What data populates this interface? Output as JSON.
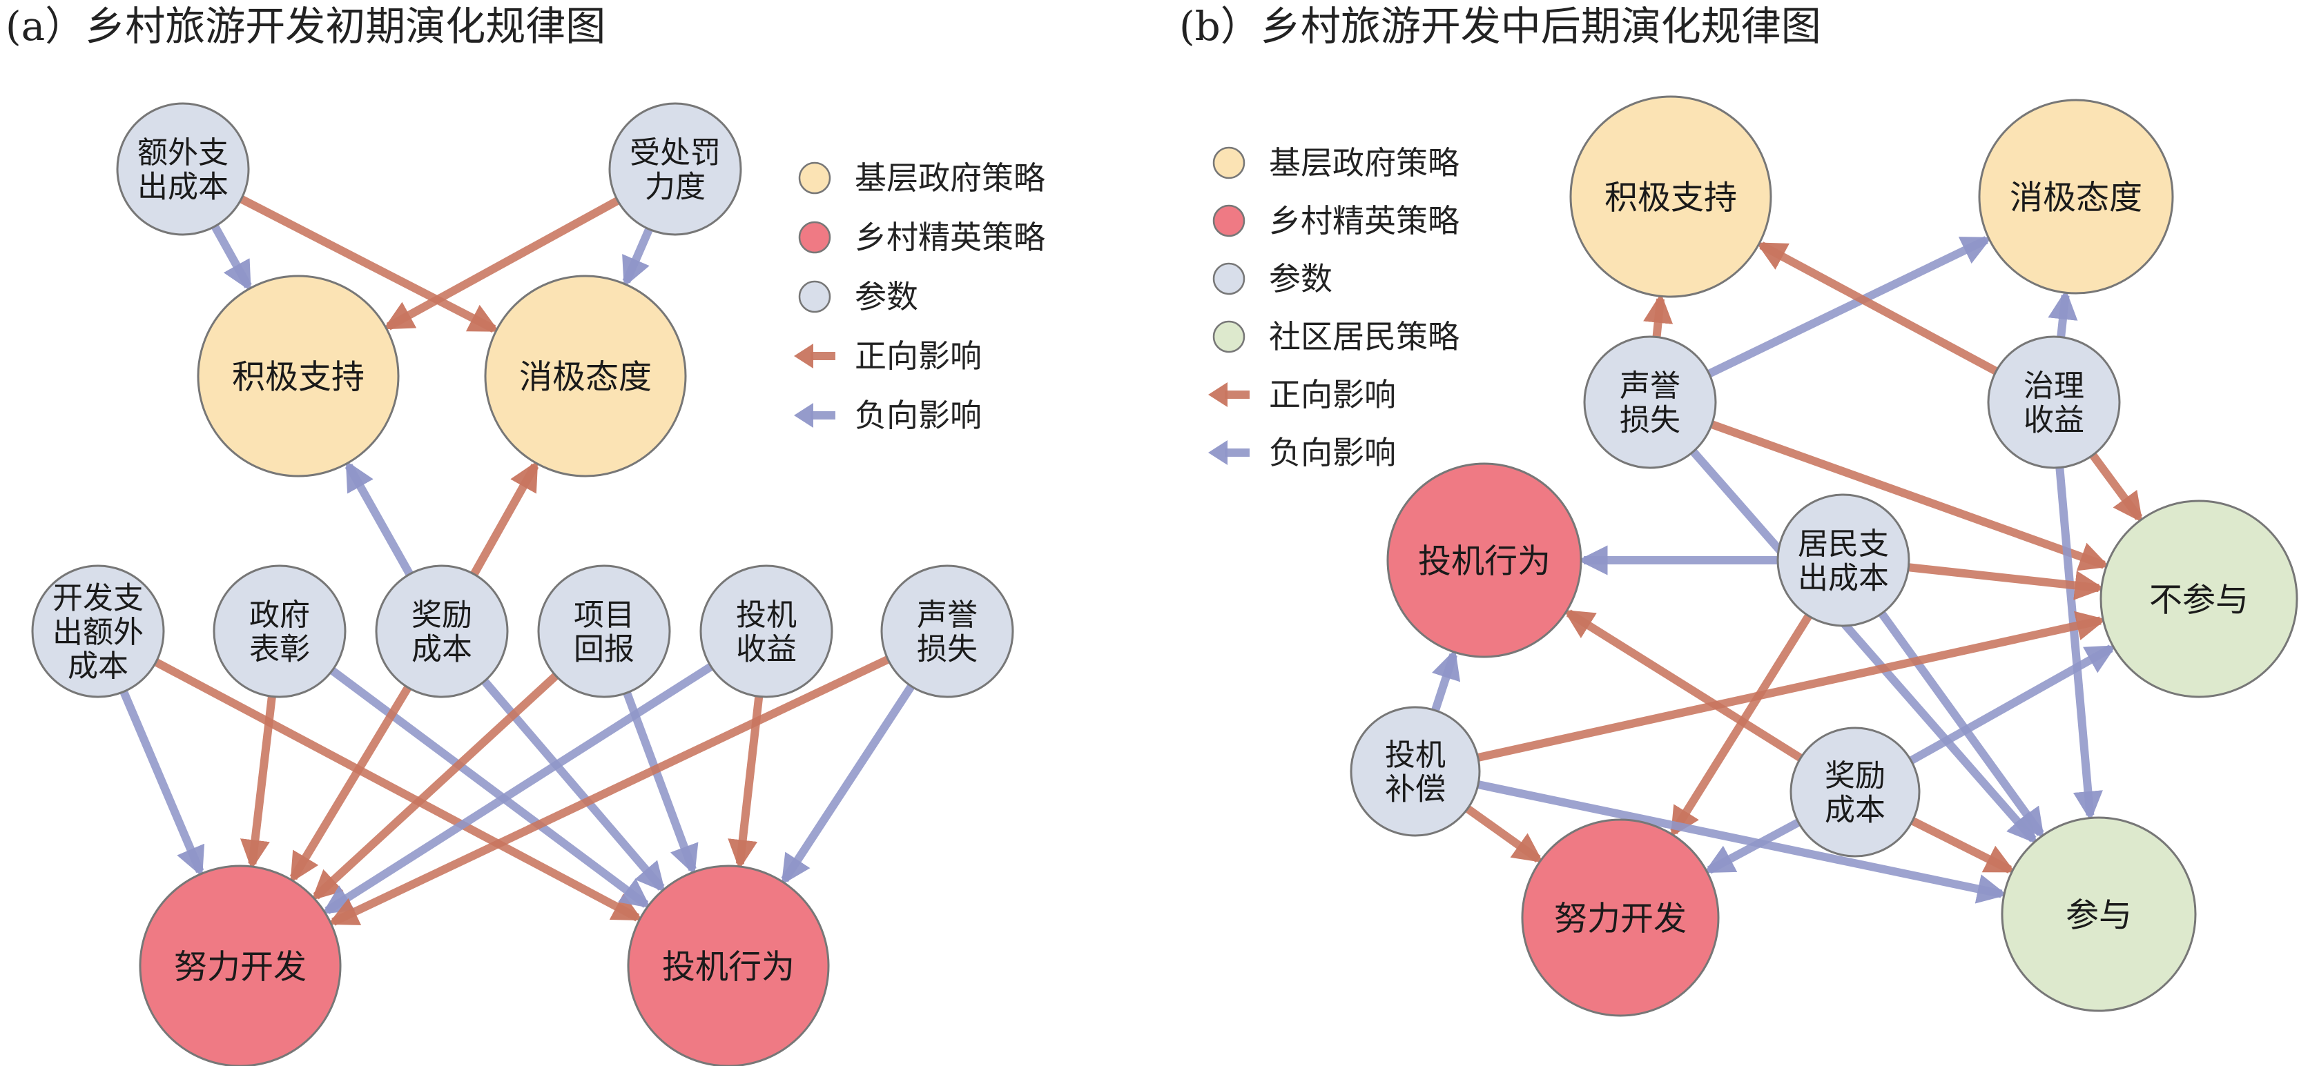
{
  "colors": {
    "government": "#fbe3b4",
    "elite": "#ef7a84",
    "parameter": "#d8deea",
    "resident": "#dde9cd",
    "positive": "#c8755f",
    "negative": "#8f96c8",
    "node_stroke": "#777777"
  },
  "panels": [
    {
      "id": "a",
      "title": "(a）乡村旅游开发初期演化规律图",
      "legend": [
        {
          "kind": "dot",
          "category": "government",
          "label": "基层政府策略"
        },
        {
          "kind": "dot",
          "category": "elite",
          "label": "乡村精英策略"
        },
        {
          "kind": "dot",
          "category": "parameter",
          "label": "参数"
        },
        {
          "kind": "arrow",
          "effect": "positive",
          "label": "正向影响"
        },
        {
          "kind": "arrow",
          "effect": "negative",
          "label": "负向影响"
        }
      ],
      "nodes": [
        {
          "id": "a_ewzcb",
          "lines": [
            "额外支",
            "出成本"
          ],
          "category": "parameter"
        },
        {
          "id": "a_scfld",
          "lines": [
            "受处罚",
            "力度"
          ],
          "category": "parameter"
        },
        {
          "id": "a_jjzc",
          "lines": [
            "积极支持"
          ],
          "category": "government"
        },
        {
          "id": "a_xjtd",
          "lines": [
            "消极态度"
          ],
          "category": "government"
        },
        {
          "id": "a_kfzc",
          "lines": [
            "开发支",
            "出额外",
            "成本"
          ],
          "category": "parameter"
        },
        {
          "id": "a_zfbz",
          "lines": [
            "政府",
            "表彰"
          ],
          "category": "parameter"
        },
        {
          "id": "a_jlcb",
          "lines": [
            "奖励",
            "成本"
          ],
          "category": "parameter"
        },
        {
          "id": "a_xmhb",
          "lines": [
            "项目",
            "回报"
          ],
          "category": "parameter"
        },
        {
          "id": "a_tjsy",
          "lines": [
            "投机",
            "收益"
          ],
          "category": "parameter"
        },
        {
          "id": "a_sysx",
          "lines": [
            "声誉",
            "损失"
          ],
          "category": "parameter"
        },
        {
          "id": "a_nlkf",
          "lines": [
            "努力开发"
          ],
          "category": "elite"
        },
        {
          "id": "a_tjxw",
          "lines": [
            "投机行为"
          ],
          "category": "elite"
        }
      ],
      "edges": [
        {
          "from": "a_ewzcb",
          "to": "a_jjzc",
          "effect": "negative"
        },
        {
          "from": "a_ewzcb",
          "to": "a_xjtd",
          "effect": "positive"
        },
        {
          "from": "a_scfld",
          "to": "a_jjzc",
          "effect": "positive"
        },
        {
          "from": "a_scfld",
          "to": "a_xjtd",
          "effect": "negative"
        },
        {
          "from": "a_jlcb",
          "to": "a_jjzc",
          "effect": "negative"
        },
        {
          "from": "a_jlcb",
          "to": "a_xjtd",
          "effect": "positive"
        },
        {
          "from": "a_kfzc",
          "to": "a_nlkf",
          "effect": "negative"
        },
        {
          "from": "a_kfzc",
          "to": "a_tjxw",
          "effect": "positive"
        },
        {
          "from": "a_zfbz",
          "to": "a_nlkf",
          "effect": "positive"
        },
        {
          "from": "a_zfbz",
          "to": "a_tjxw",
          "effect": "negative"
        },
        {
          "from": "a_jlcb",
          "to": "a_nlkf",
          "effect": "positive"
        },
        {
          "from": "a_jlcb",
          "to": "a_tjxw",
          "effect": "negative"
        },
        {
          "from": "a_xmhb",
          "to": "a_nlkf",
          "effect": "positive"
        },
        {
          "from": "a_xmhb",
          "to": "a_tjxw",
          "effect": "negative"
        },
        {
          "from": "a_tjsy",
          "to": "a_nlkf",
          "effect": "negative"
        },
        {
          "from": "a_tjsy",
          "to": "a_tjxw",
          "effect": "positive"
        },
        {
          "from": "a_sysx",
          "to": "a_nlkf",
          "effect": "positive"
        },
        {
          "from": "a_sysx",
          "to": "a_tjxw",
          "effect": "negative"
        }
      ]
    },
    {
      "id": "b",
      "title": "(b）乡村旅游开发中后期演化规律图",
      "legend": [
        {
          "kind": "dot",
          "category": "government",
          "label": "基层政府策略"
        },
        {
          "kind": "dot",
          "category": "elite",
          "label": "乡村精英策略"
        },
        {
          "kind": "dot",
          "category": "parameter",
          "label": "参数"
        },
        {
          "kind": "dot",
          "category": "resident",
          "label": "社区居民策略"
        },
        {
          "kind": "arrow",
          "effect": "positive",
          "label": "正向影响"
        },
        {
          "kind": "arrow",
          "effect": "negative",
          "label": "负向影响"
        }
      ],
      "nodes": [
        {
          "id": "b_jjzc",
          "lines": [
            "积极支持"
          ],
          "category": "government"
        },
        {
          "id": "b_xjtd",
          "lines": [
            "消极态度"
          ],
          "category": "government"
        },
        {
          "id": "b_sysx",
          "lines": [
            "声誉",
            "损失"
          ],
          "category": "parameter"
        },
        {
          "id": "b_zlsy",
          "lines": [
            "治理",
            "收益"
          ],
          "category": "parameter"
        },
        {
          "id": "b_tjxw",
          "lines": [
            "投机行为"
          ],
          "category": "elite"
        },
        {
          "id": "b_jmzc",
          "lines": [
            "居民支",
            "出成本"
          ],
          "category": "parameter"
        },
        {
          "id": "b_bcy",
          "lines": [
            "不参与"
          ],
          "category": "resident"
        },
        {
          "id": "b_tjbc",
          "lines": [
            "投机",
            "补偿"
          ],
          "category": "parameter"
        },
        {
          "id": "b_jlcb",
          "lines": [
            "奖励",
            "成本"
          ],
          "category": "parameter"
        },
        {
          "id": "b_nlkf",
          "lines": [
            "努力开发"
          ],
          "category": "elite"
        },
        {
          "id": "b_cy",
          "lines": [
            "参与"
          ],
          "category": "resident"
        }
      ],
      "edges": [
        {
          "from": "b_sysx",
          "to": "b_jjzc",
          "effect": "positive"
        },
        {
          "from": "b_sysx",
          "to": "b_xjtd",
          "effect": "negative"
        },
        {
          "from": "b_zlsy",
          "to": "b_jjzc",
          "effect": "positive"
        },
        {
          "from": "b_zlsy",
          "to": "b_xjtd",
          "effect": "negative"
        },
        {
          "from": "b_sysx",
          "to": "b_bcy",
          "effect": "positive"
        },
        {
          "from": "b_sysx",
          "to": "b_cy",
          "effect": "negative"
        },
        {
          "from": "b_zlsy",
          "to": "b_bcy",
          "effect": "positive"
        },
        {
          "from": "b_zlsy",
          "to": "b_cy",
          "effect": "negative"
        },
        {
          "from": "b_jmzc",
          "to": "b_tjxw",
          "effect": "negative"
        },
        {
          "from": "b_jmzc",
          "to": "b_bcy",
          "effect": "positive"
        },
        {
          "from": "b_jmzc",
          "to": "b_nlkf",
          "effect": "positive"
        },
        {
          "from": "b_jmzc",
          "to": "b_cy",
          "effect": "negative"
        },
        {
          "from": "b_tjbc",
          "to": "b_tjxw",
          "effect": "negative"
        },
        {
          "from": "b_tjbc",
          "to": "b_bcy",
          "effect": "positive"
        },
        {
          "from": "b_tjbc",
          "to": "b_nlkf",
          "effect": "positive"
        },
        {
          "from": "b_tjbc",
          "to": "b_cy",
          "effect": "negative"
        },
        {
          "from": "b_jlcb",
          "to": "b_tjxw",
          "effect": "positive"
        },
        {
          "from": "b_jlcb",
          "to": "b_bcy",
          "effect": "negative"
        },
        {
          "from": "b_jlcb",
          "to": "b_nlkf",
          "effect": "negative"
        },
        {
          "from": "b_jlcb",
          "to": "b_cy",
          "effect": "positive"
        }
      ]
    }
  ]
}
